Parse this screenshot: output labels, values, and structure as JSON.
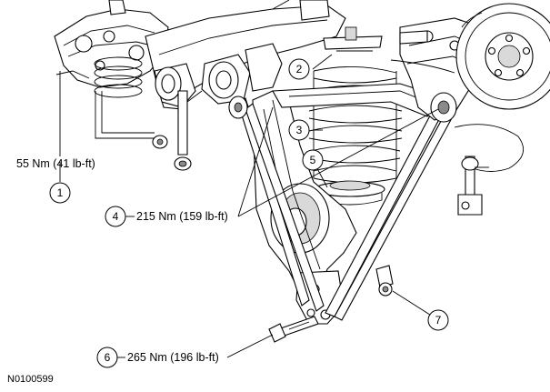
{
  "callouts": [
    {
      "id": "1",
      "label": "1",
      "torque": "55 Nm (41 lb-ft)"
    },
    {
      "id": "2",
      "label": "2",
      "torque": ""
    },
    {
      "id": "3",
      "label": "3",
      "torque": ""
    },
    {
      "id": "4",
      "label": "4",
      "torque": "215 Nm (159 lb-ft)"
    },
    {
      "id": "5",
      "label": "5",
      "torque": ""
    },
    {
      "id": "6",
      "label": "6",
      "torque": "265 Nm (196 lb-ft)"
    },
    {
      "id": "7",
      "label": "7",
      "torque": ""
    }
  ],
  "figure_id": "N0100599"
}
